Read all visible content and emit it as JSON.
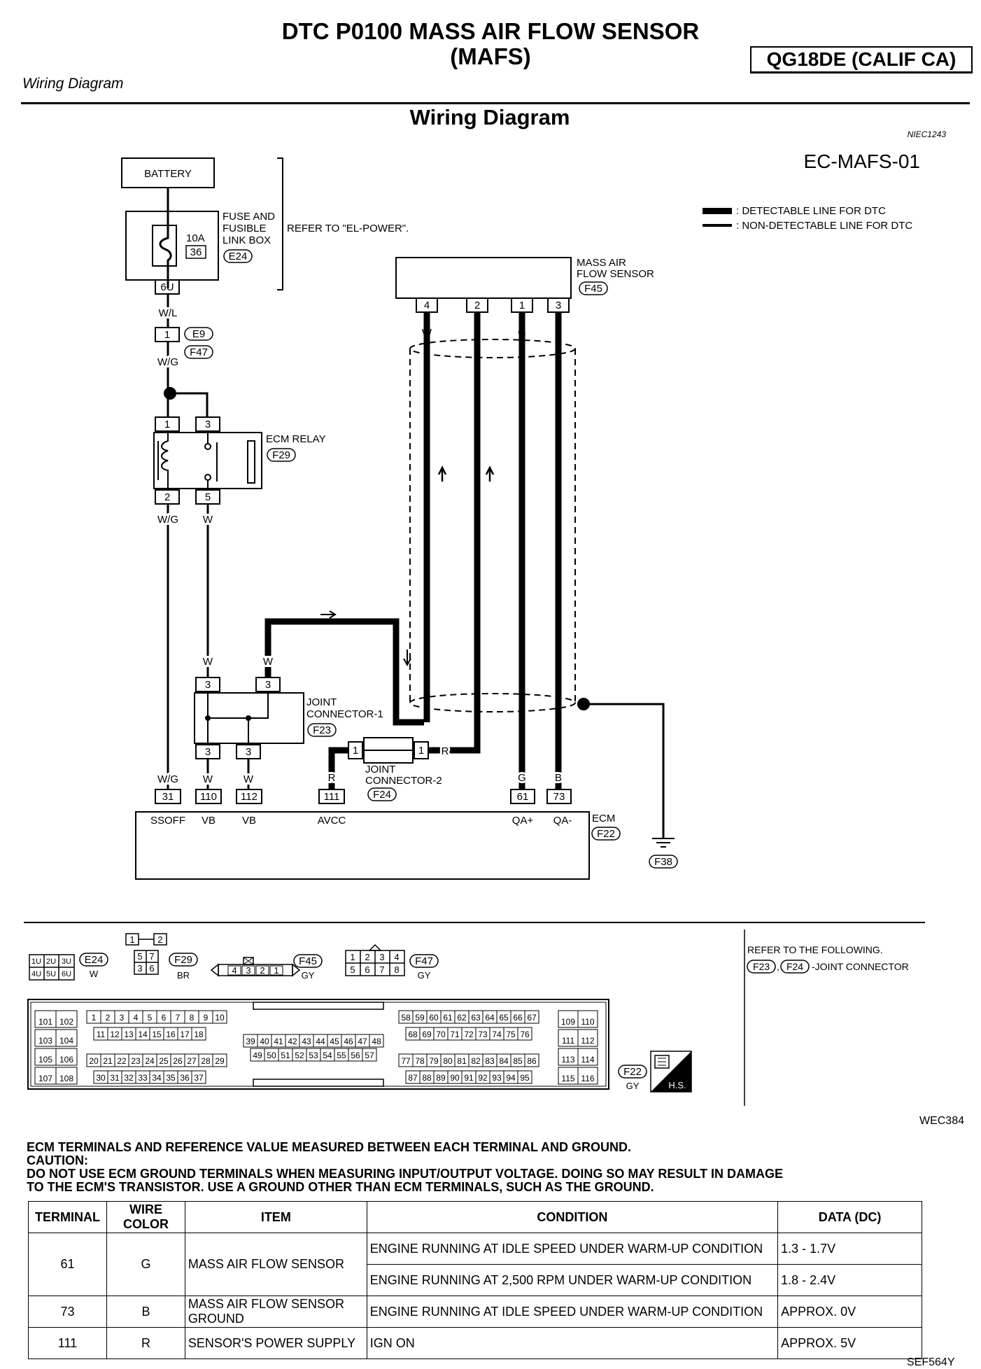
{
  "header": {
    "title_line1": "DTC P0100 MASS AIR FLOW SENSOR",
    "title_line2": "(MAFS)",
    "engine": "QG18DE (CALIF CA)",
    "section": "Wiring Diagram",
    "diagram_title": "Wiring Diagram",
    "ref_code": "NIEC1243",
    "diagram_id": "EC-MAFS-01"
  },
  "legend": {
    "detectable": ": DETECTABLE LINE FOR DTC",
    "non_detectable": ": NON-DETECTABLE LINE FOR DTC"
  },
  "components": {
    "battery": "BATTERY",
    "fuse_box": [
      "FUSE AND",
      "FUSIBLE",
      "LINK BOX"
    ],
    "fuse_rating": "10A",
    "fuse_number": "36",
    "fuse_conn": "E24",
    "fuse_pin": "6U",
    "el_power": "REFER TO \"EL-POWER\".",
    "inline_pin": "1",
    "inline_conn_a": "E9",
    "inline_conn_b": "F47",
    "ecm_relay": "ECM RELAY",
    "ecm_relay_conn": "F29",
    "relay_pins": [
      "1",
      "3",
      "2",
      "5"
    ],
    "mafs": [
      "MASS AIR",
      "FLOW SENSOR"
    ],
    "mafs_conn": "F45",
    "mafs_pins": [
      "4",
      "2",
      "1",
      "3"
    ],
    "jc1": [
      "JOINT",
      "CONNECTOR-1"
    ],
    "jc1_conn": "F23",
    "jc1_pins": [
      "3",
      "3",
      "3",
      "3"
    ],
    "jc2": [
      "JOINT",
      "CONNECTOR-2"
    ],
    "jc2_conn": "F24",
    "jc2_pins": [
      "1",
      "1"
    ],
    "ecm": "ECM",
    "ecm_conn": "F22",
    "ground_conn": "F38",
    "ecm_pins": [
      "31",
      "110",
      "112",
      "111",
      "61",
      "73"
    ],
    "ecm_labels": [
      "SSOFF",
      "VB",
      "VB",
      "AVCC",
      "QA+",
      "QA-"
    ]
  },
  "wires": {
    "wl": "W/L",
    "wg": "W/G",
    "w": "W",
    "r": "R",
    "g": "G",
    "b": "B"
  },
  "connector_views": {
    "e24_pins": [
      "1U",
      "2U",
      "3U",
      "4U",
      "5U",
      "6U"
    ],
    "e24_label": "E24",
    "e24_color": "W",
    "f29_pins": [
      "1",
      "2",
      "5",
      "7",
      "3",
      "6"
    ],
    "f29_label": "F29",
    "f29_color": "BR",
    "f45_pins": [
      "4",
      "3",
      "2",
      "1"
    ],
    "f45_label": "F45",
    "f45_color": "GY",
    "f47_pins": [
      "1",
      "2",
      "3",
      "4",
      "5",
      "6",
      "7",
      "8"
    ],
    "f47_label": "F47",
    "f47_color": "GY",
    "f22_label": "F22",
    "f22_color": "GY",
    "hs_label": "H.S.",
    "refer": "REFER TO THE FOLLOWING.",
    "refer_item": "-JOINT CONNECTOR",
    "refer_a": "F23",
    "refer_b": "F24",
    "figure_id": "WEC384"
  },
  "notes": {
    "line1": "ECM TERMINALS AND REFERENCE VALUE MEASURED BETWEEN EACH TERMINAL AND GROUND.",
    "line2": "CAUTION:",
    "line3": "DO NOT USE ECM GROUND TERMINALS WHEN MEASURING INPUT/OUTPUT VOLTAGE. DOING SO MAY RESULT IN DAMAGE",
    "line4": "TO THE ECM'S TRANSISTOR. USE A GROUND OTHER THAN ECM TERMINALS, SUCH AS THE GROUND."
  },
  "table": {
    "headers": [
      "TERMINAL",
      "WIRE COLOR",
      "ITEM",
      "CONDITION",
      "DATA (DC)"
    ],
    "rows": [
      {
        "terminal": "61",
        "wire": "G",
        "item": "MASS AIR FLOW SENSOR",
        "cond1": "ENGINE RUNNING AT IDLE SPEED UNDER WARM-UP CONDITION",
        "data1": "1.3 - 1.7V",
        "cond2": "ENGINE RUNNING AT 2,500 RPM UNDER WARM-UP CONDITION",
        "data2": "1.8 - 2.4V"
      },
      {
        "terminal": "73",
        "wire": "B",
        "item": "MASS AIR FLOW SENSOR GROUND",
        "cond1": "ENGINE RUNNING AT IDLE SPEED UNDER WARM-UP CONDITION",
        "data1": "APPROX. 0V"
      },
      {
        "terminal": "111",
        "wire": "R",
        "item": "SENSOR'S POWER SUPPLY",
        "cond1": "IGN ON",
        "data1": "APPROX. 5V"
      }
    ]
  },
  "footer_code": "SEF564Y"
}
